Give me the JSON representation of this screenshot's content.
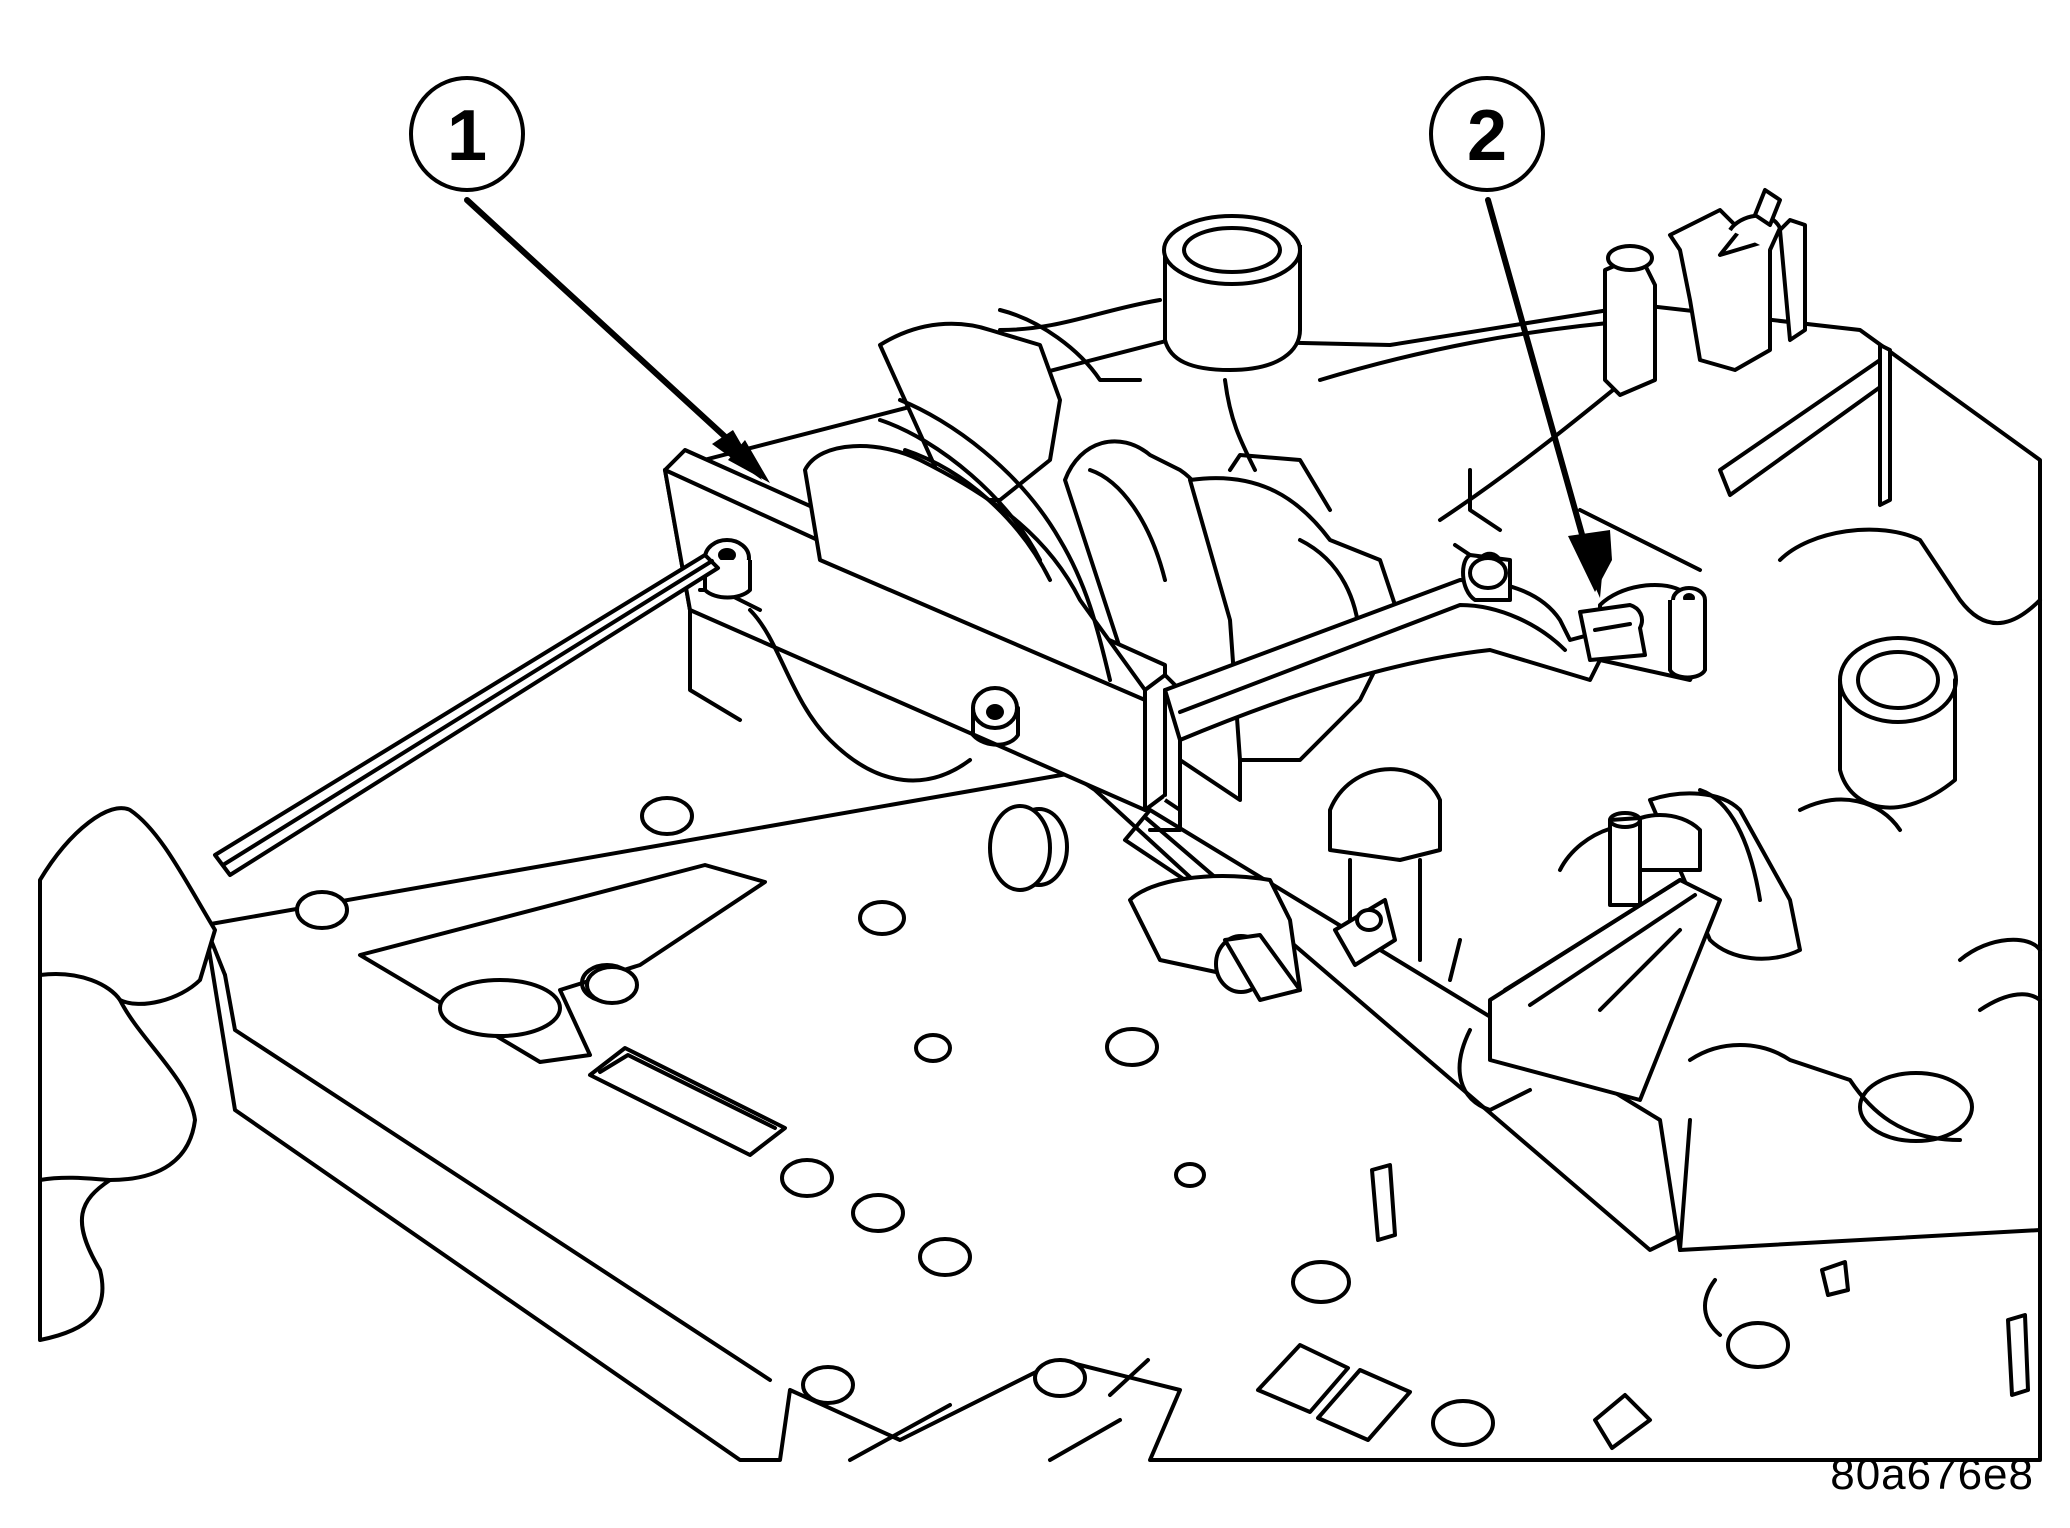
{
  "figure": {
    "figure_id": "80a676e8",
    "callouts": [
      {
        "number": "1"
      },
      {
        "number": "2"
      }
    ]
  }
}
